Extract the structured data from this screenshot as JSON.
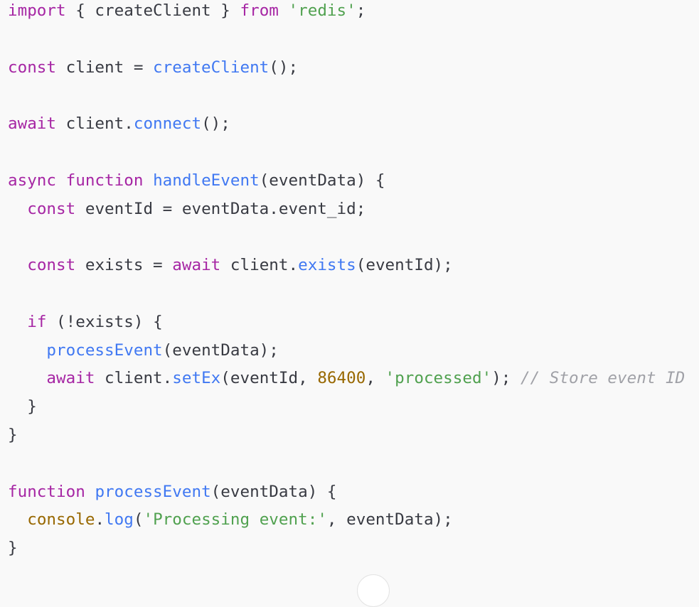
{
  "colors": {
    "background": "#f9f9f9",
    "keyword": "#a626a4",
    "function": "#4078f2",
    "string": "#50a14f",
    "number": "#986801",
    "comment": "#a0a1a7",
    "plain": "#383a42"
  },
  "code": {
    "language": "javascript",
    "lines": [
      [
        {
          "t": "kw",
          "v": "import"
        },
        {
          "t": "pl",
          "v": " { createClient } "
        },
        {
          "t": "kw",
          "v": "from"
        },
        {
          "t": "pl",
          "v": " "
        },
        {
          "t": "str",
          "v": "'redis'"
        },
        {
          "t": "pl",
          "v": ";"
        }
      ],
      [],
      [
        {
          "t": "kw",
          "v": "const"
        },
        {
          "t": "pl",
          "v": " client = "
        },
        {
          "t": "fn",
          "v": "createClient"
        },
        {
          "t": "pl",
          "v": "();"
        }
      ],
      [],
      [
        {
          "t": "kw",
          "v": "await"
        },
        {
          "t": "pl",
          "v": " client."
        },
        {
          "t": "fn",
          "v": "connect"
        },
        {
          "t": "pl",
          "v": "();"
        }
      ],
      [],
      [
        {
          "t": "kw",
          "v": "async"
        },
        {
          "t": "pl",
          "v": " "
        },
        {
          "t": "kw",
          "v": "function"
        },
        {
          "t": "pl",
          "v": " "
        },
        {
          "t": "fn",
          "v": "handleEvent"
        },
        {
          "t": "pl",
          "v": "(eventData) {"
        }
      ],
      [
        {
          "t": "pl",
          "v": "  "
        },
        {
          "t": "kw",
          "v": "const"
        },
        {
          "t": "pl",
          "v": " eventId = eventData.event_id;"
        }
      ],
      [],
      [
        {
          "t": "pl",
          "v": "  "
        },
        {
          "t": "kw",
          "v": "const"
        },
        {
          "t": "pl",
          "v": " exists = "
        },
        {
          "t": "kw",
          "v": "await"
        },
        {
          "t": "pl",
          "v": " client."
        },
        {
          "t": "fn",
          "v": "exists"
        },
        {
          "t": "pl",
          "v": "(eventId);"
        }
      ],
      [],
      [
        {
          "t": "pl",
          "v": "  "
        },
        {
          "t": "kw",
          "v": "if"
        },
        {
          "t": "pl",
          "v": " (!exists) {"
        }
      ],
      [
        {
          "t": "pl",
          "v": "    "
        },
        {
          "t": "fn",
          "v": "processEvent"
        },
        {
          "t": "pl",
          "v": "(eventData);"
        }
      ],
      [
        {
          "t": "pl",
          "v": "    "
        },
        {
          "t": "kw",
          "v": "await"
        },
        {
          "t": "pl",
          "v": " client."
        },
        {
          "t": "fn",
          "v": "setEx"
        },
        {
          "t": "pl",
          "v": "(eventId, "
        },
        {
          "t": "num",
          "v": "86400"
        },
        {
          "t": "pl",
          "v": ", "
        },
        {
          "t": "str",
          "v": "'processed'"
        },
        {
          "t": "pl",
          "v": "); "
        },
        {
          "t": "cm",
          "v": "// Store event ID"
        }
      ],
      [
        {
          "t": "pl",
          "v": "  }"
        }
      ],
      [
        {
          "t": "pl",
          "v": "}"
        }
      ],
      [],
      [
        {
          "t": "kw",
          "v": "function"
        },
        {
          "t": "pl",
          "v": " "
        },
        {
          "t": "fn",
          "v": "processEvent"
        },
        {
          "t": "pl",
          "v": "(eventData) {"
        }
      ],
      [
        {
          "t": "pl",
          "v": "  "
        },
        {
          "t": "obj",
          "v": "console"
        },
        {
          "t": "pl",
          "v": "."
        },
        {
          "t": "fn",
          "v": "log"
        },
        {
          "t": "pl",
          "v": "("
        },
        {
          "t": "str",
          "v": "'Processing event:'"
        },
        {
          "t": "pl",
          "v": ", eventData);"
        }
      ],
      [
        {
          "t": "pl",
          "v": "}"
        }
      ]
    ]
  },
  "scroll_button": {
    "icon": "arrow-down-icon"
  }
}
